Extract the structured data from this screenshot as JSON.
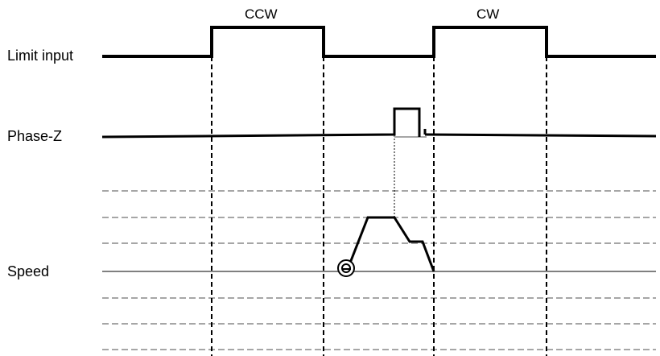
{
  "labels": {
    "limit_input": "Limit input",
    "phase_z": "Phase-Z",
    "speed": "Speed",
    "ccw": "CCW",
    "cw": "CW"
  },
  "colors": {
    "signal": "#000000",
    "guide_dashed": "#000000",
    "grid_dashed": "#a6a6a6",
    "baseline": "#808080"
  }
}
